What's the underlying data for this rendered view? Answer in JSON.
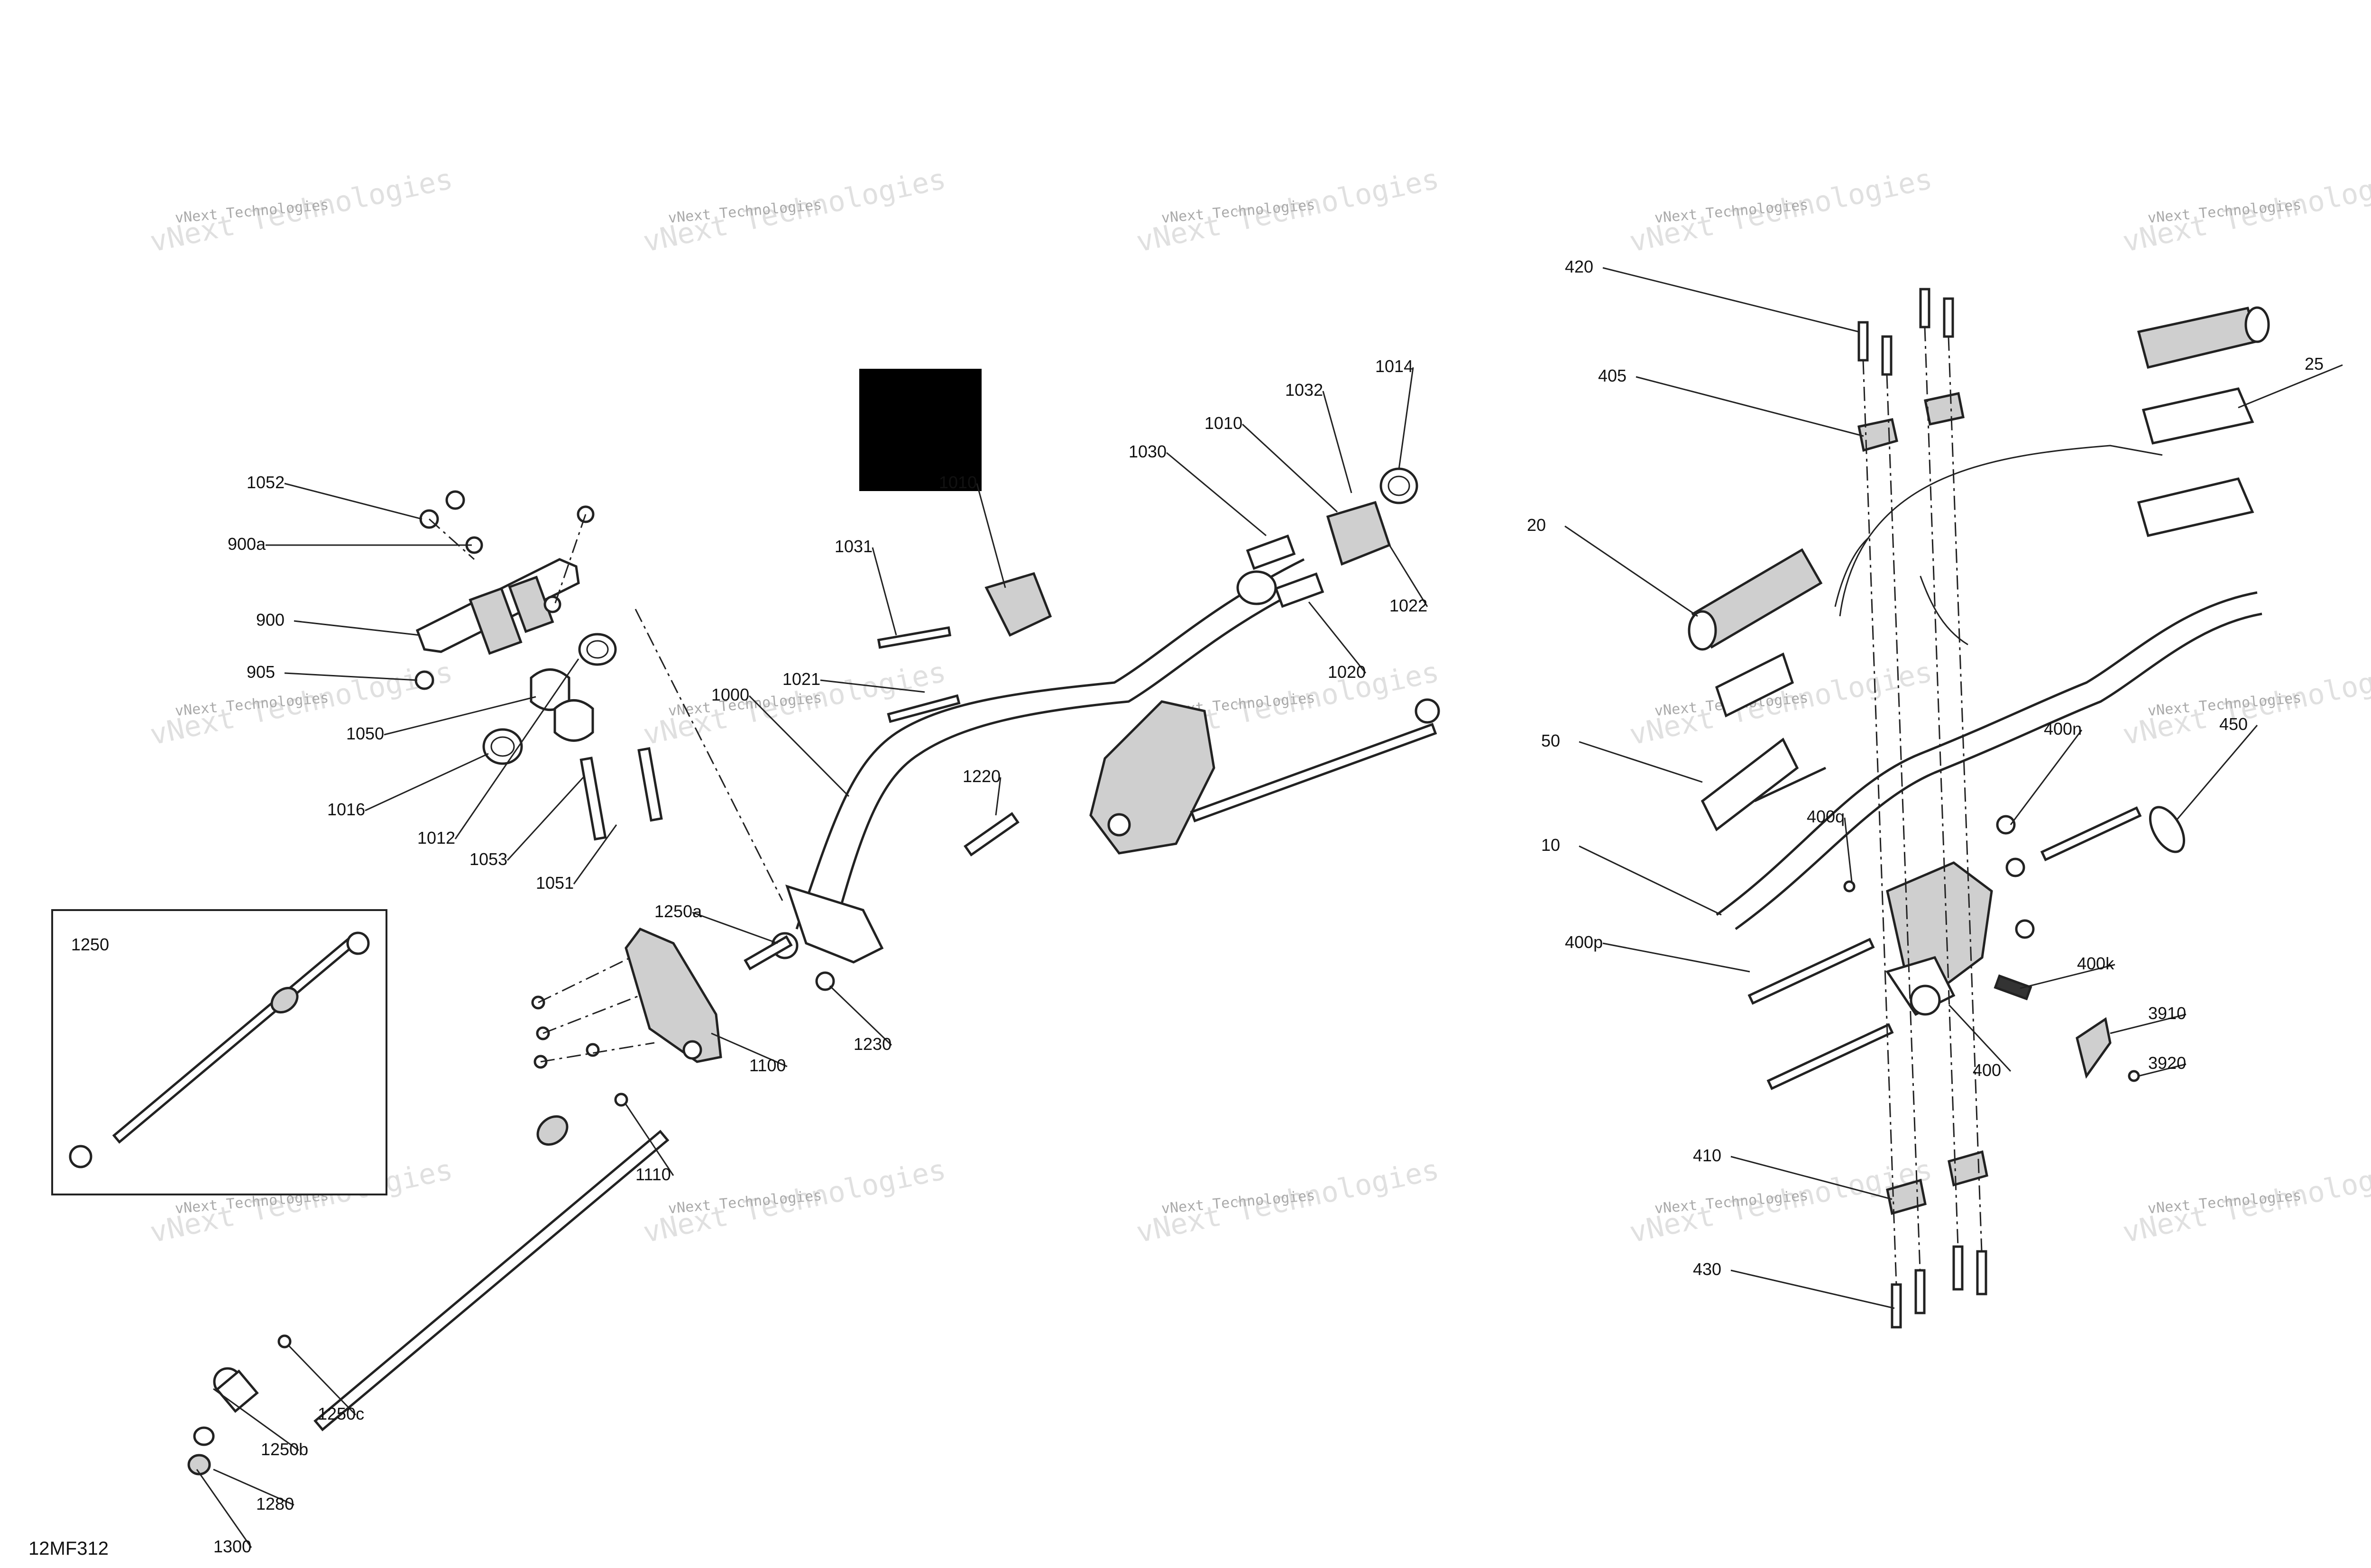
{
  "diagram": {
    "code": "12MF312",
    "inset_label": "1250",
    "watermark": "vNext Technologies",
    "colors": {
      "line": "#222222",
      "redaction": "#000000",
      "watermark": "#a9a9a9"
    },
    "callouts": [
      "1052",
      "900a",
      "900",
      "905",
      "1050",
      "1016",
      "1012",
      "1053",
      "1051",
      "1031",
      "1010",
      "1021",
      "1000",
      "1030",
      "1010",
      "1032",
      "1014",
      "1022",
      "1020",
      "1220",
      "1250a",
      "1230",
      "1100",
      "1110",
      "1250c",
      "1250b",
      "1280",
      "1300",
      "420",
      "405",
      "20",
      "25",
      "50",
      "10",
      "400n",
      "450",
      "400q",
      "400p",
      "400k",
      "3910",
      "3920",
      "400",
      "410",
      "430"
    ]
  }
}
